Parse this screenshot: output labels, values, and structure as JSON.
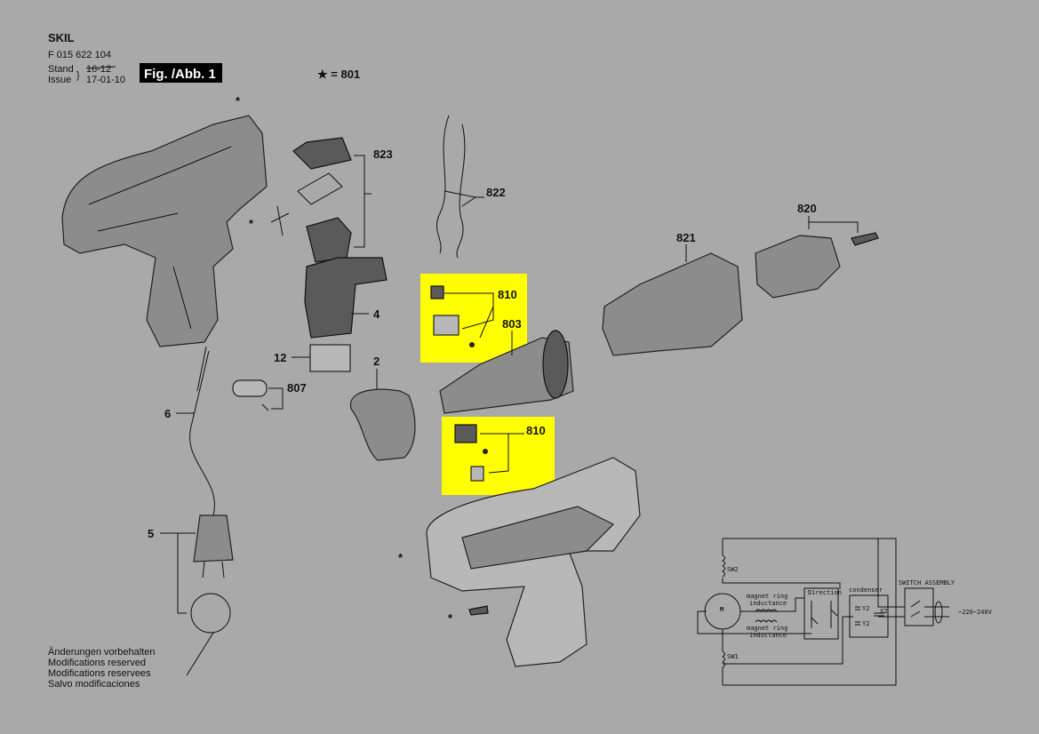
{
  "header": {
    "brand": "SKIL",
    "part_number": "F 015 622 104",
    "stand_label": "Stand",
    "issue_label": "Issue",
    "stand_value_struck": "16-12",
    "issue_value": "17-01-10",
    "figure_label": "Fig. /Abb. 1",
    "asterisk_legend": "★ = 801"
  },
  "callouts": {
    "asterisk": "*",
    "c823": "823",
    "c822": "822",
    "c820": "820",
    "c821": "821",
    "c810a": "810",
    "c803": "803",
    "c4": "4",
    "c12": "12",
    "c2": "2",
    "c807": "807",
    "c6": "6",
    "c810b": "810",
    "c5": "5"
  },
  "notes": [
    "Änderungen vorbehalten",
    "Modifications reserved",
    "Modifications reservees",
    "Salvo modificaciones"
  ],
  "schematic": {
    "sw2": "SW2",
    "sw1": "SW1",
    "motor": "M",
    "magnet_ring_top_1": "magnet ring",
    "magnet_ring_top_2": "inductance",
    "magnet_ring_bot_1": "magnet ring",
    "magnet_ring_bot_2": "inductance",
    "direction": "Direction",
    "condenser": "condenser",
    "y2a": "Y2",
    "y2b": "Y2",
    "x2": "X2",
    "switch_assembly": "SWITCH ASSEMBLY",
    "voltage": "~220~240V"
  },
  "colors": {
    "highlight": "#ffff00",
    "background": "#a9a9a9"
  }
}
